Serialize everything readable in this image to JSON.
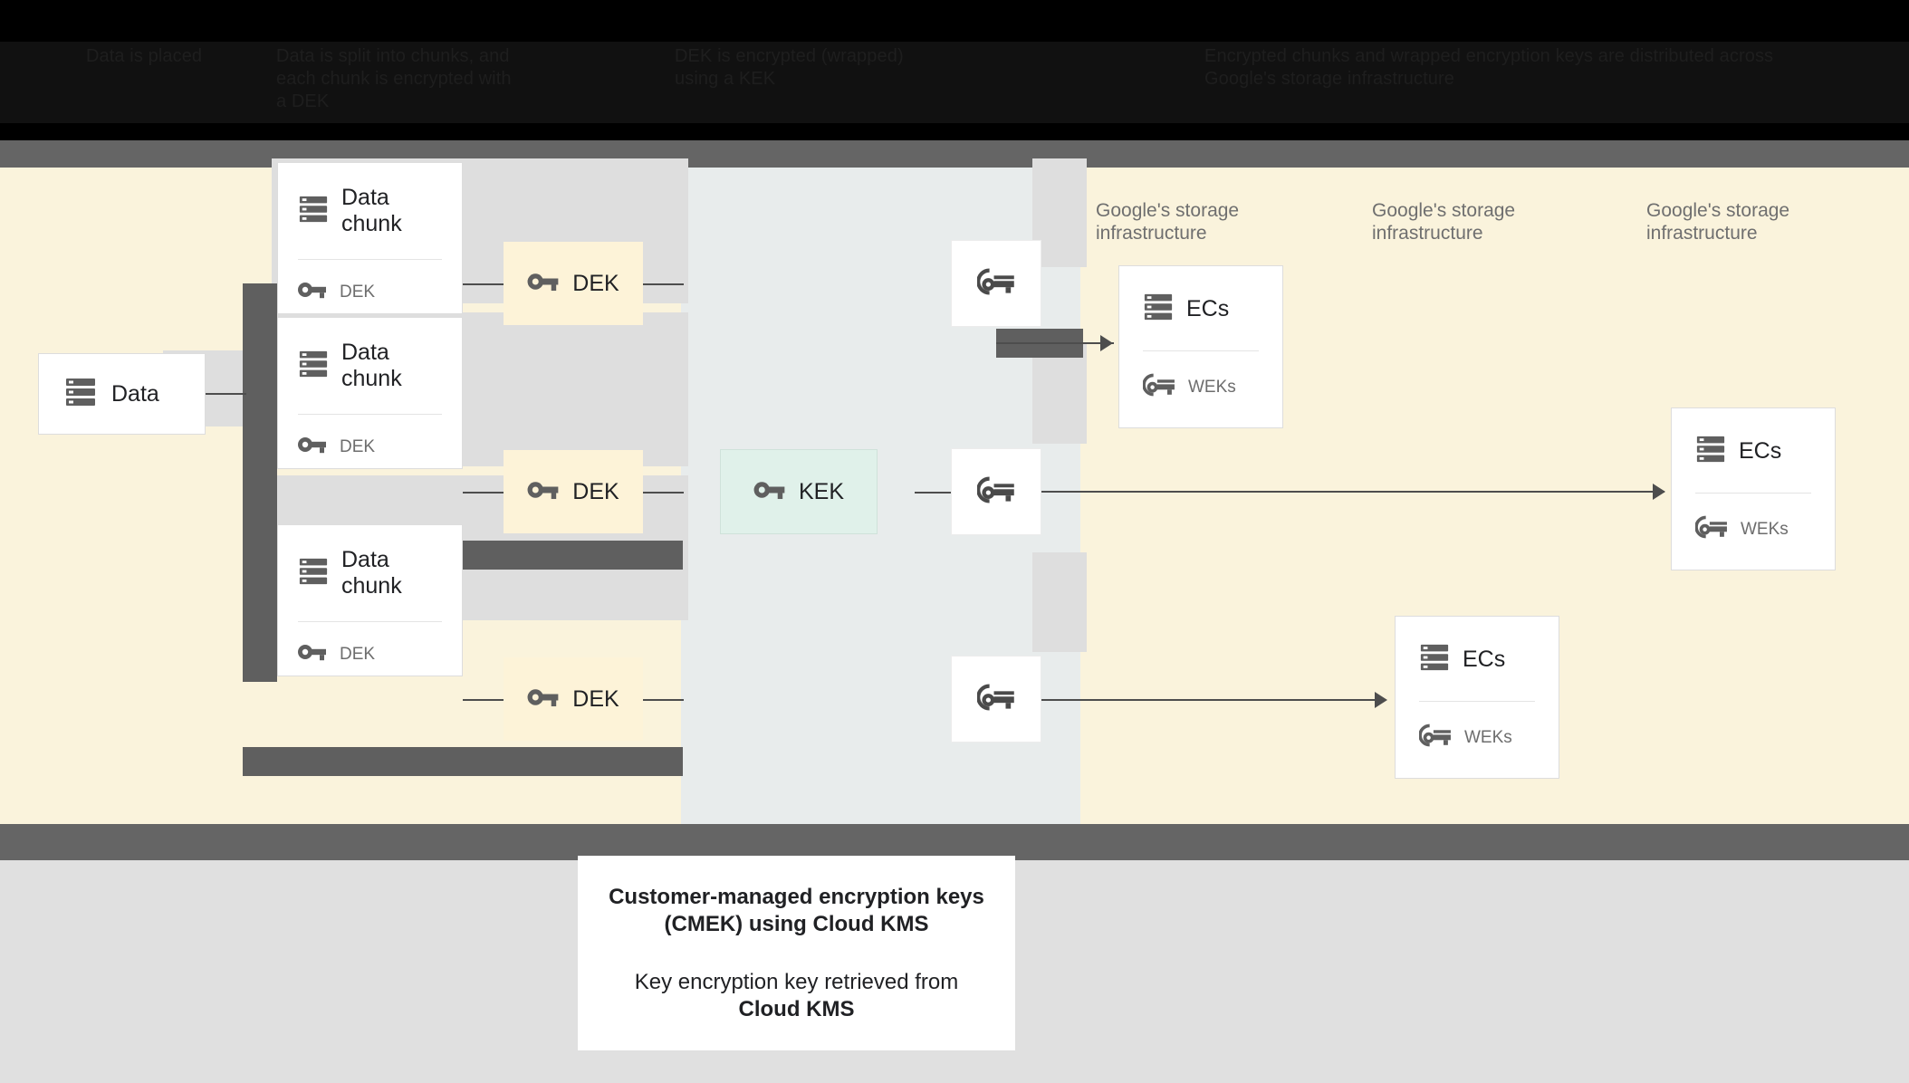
{
  "header": {
    "columns": [
      {
        "id": "col-data-placed",
        "text": "Data is placed"
      },
      {
        "id": "col-chunked",
        "text": "Data is split into chunks, and each chunk is encrypted with a DEK"
      },
      {
        "id": "col-wrapped",
        "text": "DEK is encrypted (wrapped) using a KEK"
      },
      {
        "id": "col-distributed",
        "text": "Encrypted chunks and wrapped encryption keys are distributed across Google's storage infrastructure"
      }
    ]
  },
  "diagram": {
    "source": {
      "label": "Data",
      "icon": "data-stack-icon"
    },
    "chunks": [
      {
        "title": "Data chunk",
        "key_label": "DEK",
        "icon": "data-stack-icon",
        "key_icon": "key-icon"
      },
      {
        "title": "Data chunk",
        "key_label": "DEK",
        "icon": "data-stack-icon",
        "key_icon": "key-icon"
      },
      {
        "title": "Data chunk",
        "key_label": "DEK",
        "icon": "data-stack-icon",
        "key_icon": "key-icon"
      }
    ],
    "deks": [
      {
        "label": "DEK",
        "icon": "key-icon"
      },
      {
        "label": "DEK",
        "icon": "key-icon"
      },
      {
        "label": "DEK",
        "icon": "key-icon"
      }
    ],
    "kek": {
      "label": "KEK",
      "icon": "key-icon"
    },
    "wrapped_keys": [
      {
        "icon": "wrapped-key-icon"
      },
      {
        "icon": "wrapped-key-icon"
      },
      {
        "icon": "wrapped-key-icon"
      }
    ],
    "storage_labels": [
      "Google's storage infrastructure",
      "Google's storage infrastructure",
      "Google's storage infrastructure"
    ],
    "storage_nodes": [
      {
        "title": "ECs",
        "key_label": "WEKs",
        "icon": "data-stack-icon",
        "key_icon": "wrapped-key-icon"
      },
      {
        "title": "ECs",
        "key_label": "WEKs",
        "icon": "data-stack-icon",
        "key_icon": "wrapped-key-icon"
      },
      {
        "title": "ECs",
        "key_label": "WEKs",
        "icon": "data-stack-icon",
        "key_icon": "wrapped-key-icon"
      }
    ]
  },
  "caption": {
    "title_line1": "Customer-managed encryption keys",
    "title_line2": "(CMEK) using Cloud KMS",
    "body_line1": "Key encryption key retrieved from",
    "body_line2": "Cloud KMS"
  },
  "colors": {
    "canvas_yellow": "#faf3dc",
    "kek_band": "#e8ecec",
    "dek_chip": "#fdf3d8",
    "kek_chip": "#e0f1ea",
    "structure_grey": "#5f5f5f",
    "rail_grey": "#dedede",
    "header_black": "#000000",
    "bottom_grey": "#e0e0e0"
  }
}
